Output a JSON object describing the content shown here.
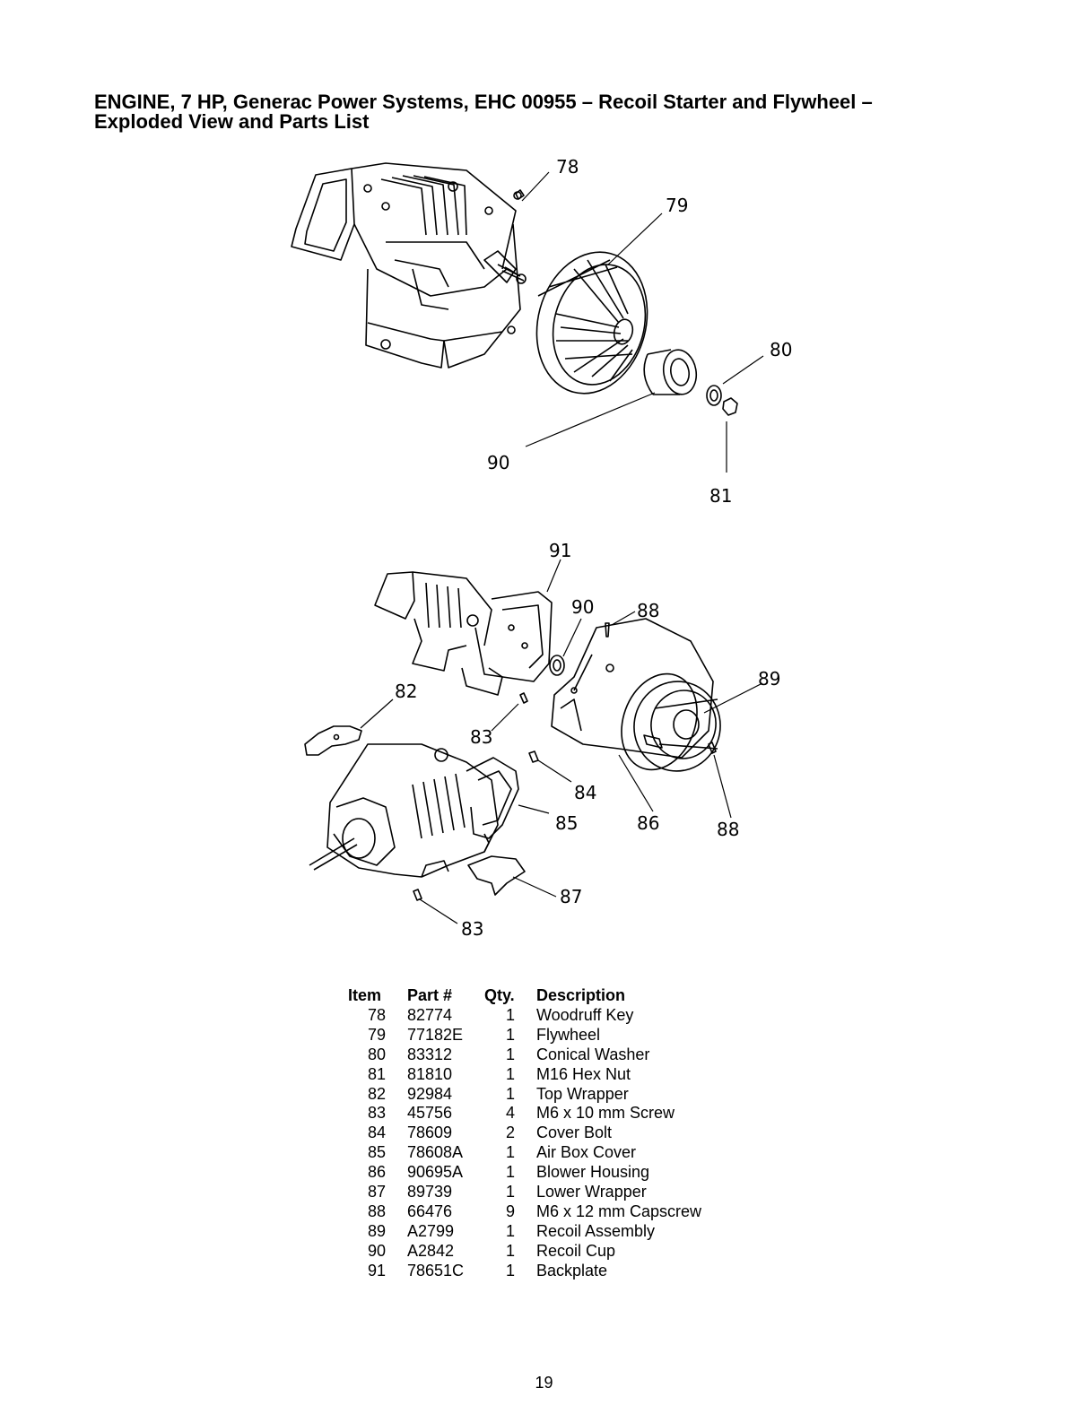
{
  "title": {
    "line1": "ENGINE, 7 HP, Generac Power Systems, EHC 00955 – Recoil Starter and Flywheel –",
    "line2": "Exploded View and Parts List"
  },
  "diagram_callouts": {
    "top": [
      "78",
      "79",
      "80",
      "81",
      "90"
    ],
    "bottom": [
      "91",
      "90",
      "88",
      "89",
      "82",
      "83",
      "84",
      "85",
      "86",
      "88",
      "87",
      "83"
    ]
  },
  "parts_table": {
    "headers": [
      "Item",
      "Part #",
      "Qty.",
      "Description"
    ],
    "rows": [
      [
        "78",
        "82774",
        "1",
        "Woodruff Key"
      ],
      [
        "79",
        "77182E",
        "1",
        "Flywheel"
      ],
      [
        "80",
        "83312",
        "1",
        "Conical Washer"
      ],
      [
        "81",
        "81810",
        "1",
        "M16 Hex Nut"
      ],
      [
        "82",
        "92984",
        "1",
        "Top Wrapper"
      ],
      [
        "83",
        "45756",
        "4",
        "M6 x 10 mm Screw"
      ],
      [
        "84",
        "78609",
        "2",
        "Cover Bolt"
      ],
      [
        "85",
        "78608A",
        "1",
        "Air Box Cover"
      ],
      [
        "86",
        "90695A",
        "1",
        "Blower Housing"
      ],
      [
        "87",
        "89739",
        "1",
        "Lower Wrapper"
      ],
      [
        "88",
        "66476",
        "9",
        "M6 x 12 mm Capscrew"
      ],
      [
        "89",
        "A2799",
        "1",
        "Recoil Assembly"
      ],
      [
        "90",
        "A2842",
        "1",
        "Recoil Cup"
      ],
      [
        "91",
        "78651C",
        "1",
        "Backplate"
      ]
    ]
  },
  "page_number": "19"
}
